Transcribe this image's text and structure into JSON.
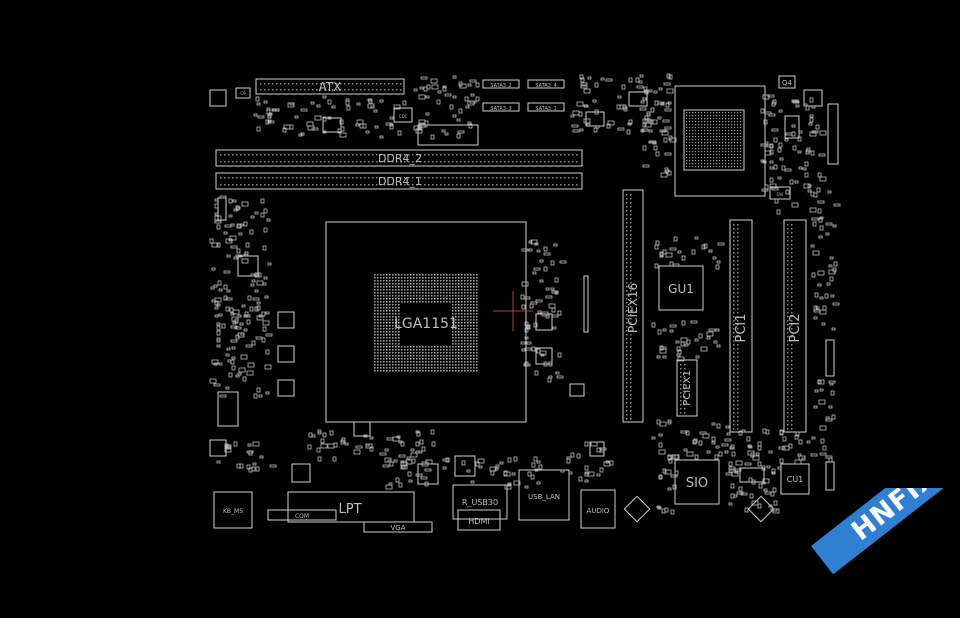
{
  "viewer": {
    "background": "#000000",
    "line_color": "#cfcfcf",
    "cursor_color": "#c0392b"
  },
  "board": {
    "labels": {
      "atx": "ATX",
      "sata_a": "SATA3_2",
      "sata_b": "SATA3_4",
      "sata_c": "SATA3_3",
      "sata_d": "SATA3_1",
      "ddr4_2": "DDR4_2",
      "ddr4_1": "DDR4_1",
      "cpu": "LGA1151",
      "pciex16": "PCIEX16",
      "gu1": "GU1",
      "pciex1": "PCIEX1",
      "pci1": "PCI1",
      "pci2": "PCI2",
      "sio": "SIO",
      "cu1": "CU1",
      "kb_ms": "KB_MS",
      "lpt": "LPT",
      "com": "COM",
      "vga": "VGA",
      "usb30": "R_USB30",
      "hdmi": "HDMI",
      "usb_lan": "USB_LAN",
      "audio": "AUDIO",
      "q4": "Q4",
      "cd1": "CD1",
      "dvi": "DVI",
      "c9": "C9"
    }
  },
  "watermark": {
    "text": "HNFIX.VN",
    "band_color": "#2f7fd3"
  }
}
